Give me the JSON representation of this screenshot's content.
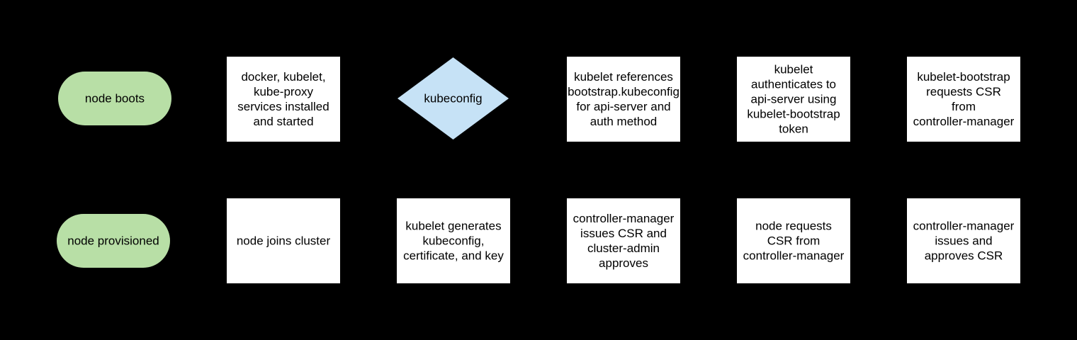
{
  "diagram": {
    "background_color": "#000000",
    "colors": {
      "terminal_fill": "#b8dfa6",
      "decision_fill": "#c6e2f6",
      "process_fill": "#ffffff",
      "text": "#000000"
    },
    "nodes": [
      {
        "id": "node-boots",
        "shape": "terminal",
        "label": "node boots"
      },
      {
        "id": "services-installed",
        "shape": "process",
        "label": "docker, kubelet,\nkube-proxy\nservices installed\nand started"
      },
      {
        "id": "kubeconfig",
        "shape": "decision",
        "label": "kubeconfig"
      },
      {
        "id": "kubelet-references-bootstrap-kubeconfig",
        "shape": "process",
        "label": "kubelet references\nbootstrap.kubeconfig\nfor api-server and\nauth method"
      },
      {
        "id": "kubelet-authenticates",
        "shape": "process",
        "label": "kubelet\nauthenticates to\napi-server using\nkubelet-bootstrap\ntoken"
      },
      {
        "id": "kubelet-bootstrap-requests-csr",
        "shape": "process",
        "label": "kubelet-bootstrap\nrequests CSR\nfrom\ncontroller-manager"
      },
      {
        "id": "node-provisioned",
        "shape": "terminal",
        "label": "node provisioned"
      },
      {
        "id": "node-joins-cluster",
        "shape": "process",
        "label": "node joins cluster"
      },
      {
        "id": "kubelet-generates",
        "shape": "process",
        "label": "kubelet generates\nkubeconfig,\ncertificate, and key"
      },
      {
        "id": "controller-manager-issues-csr",
        "shape": "process",
        "label": "controller-manager\nissues CSR and\ncluster-admin\napproves"
      },
      {
        "id": "node-requests-csr",
        "shape": "process",
        "label": "node requests\nCSR from\ncontroller-manager"
      },
      {
        "id": "controller-manager-issues-approves-csr",
        "shape": "process",
        "label": "controller-manager\nissues and\napproves CSR"
      }
    ]
  }
}
